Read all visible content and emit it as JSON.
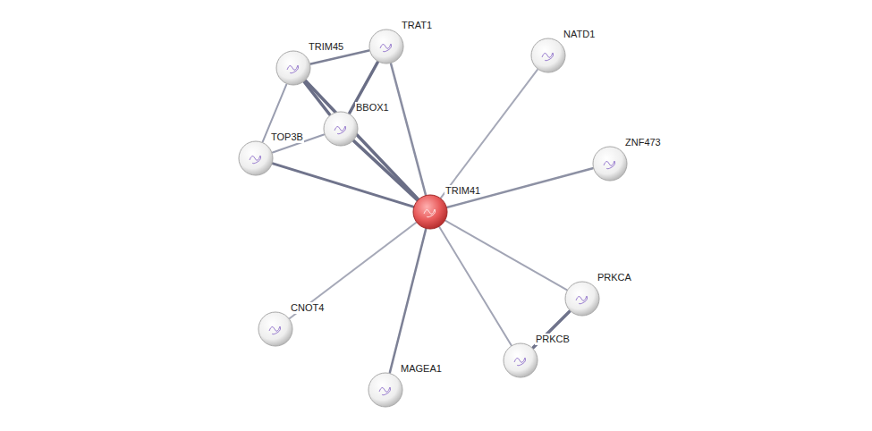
{
  "diagram": {
    "nodes": [
      {
        "text": [
          "TRAT1"
        ]
      },
      {
        "text": [
          "NATD1"
        ]
      },
      {
        "text": [
          "TRIM45"
        ]
      },
      {
        "text": [
          "BBOX1"
        ]
      },
      {
        "text": [
          "TOP3B"
        ]
      },
      {
        "text": [
          "ZNF473"
        ]
      },
      {
        "text": [
          "TRIM41"
        ]
      },
      {
        "text": [
          "PRKCA"
        ]
      },
      {
        "text": [
          "CNOT4"
        ]
      },
      {
        "text": [
          "PRKCB"
        ]
      },
      {
        "text": [
          "MAGEA1"
        ]
      }
    ],
    "edges": [
      {
        "from": 2,
        "to": 0,
        "arrow": "none"
      },
      {
        "from": 2,
        "to": 3,
        "arrow": "none"
      },
      {
        "from": 2,
        "to": 4,
        "arrow": "none"
      },
      {
        "from": 2,
        "to": 6,
        "arrow": "none"
      },
      {
        "from": 0,
        "to": 3,
        "arrow": "none"
      },
      {
        "from": 0,
        "to": 6,
        "arrow": "none"
      },
      {
        "from": 3,
        "to": 4,
        "arrow": "none"
      },
      {
        "from": 3,
        "to": 6,
        "arrow": "none"
      },
      {
        "from": 4,
        "to": 6,
        "arrow": "none"
      },
      {
        "from": 1,
        "to": 6,
        "arrow": "none"
      },
      {
        "from": 5,
        "to": 6,
        "arrow": "none"
      },
      {
        "from": 6,
        "to": 7,
        "arrow": "none"
      },
      {
        "from": 6,
        "to": 9,
        "arrow": "none"
      },
      {
        "from": 7,
        "to": 9,
        "arrow": "none"
      },
      {
        "from": 6,
        "to": 8,
        "arrow": "none"
      },
      {
        "from": 6,
        "to": 10,
        "arrow": "none"
      }
    ]
  }
}
